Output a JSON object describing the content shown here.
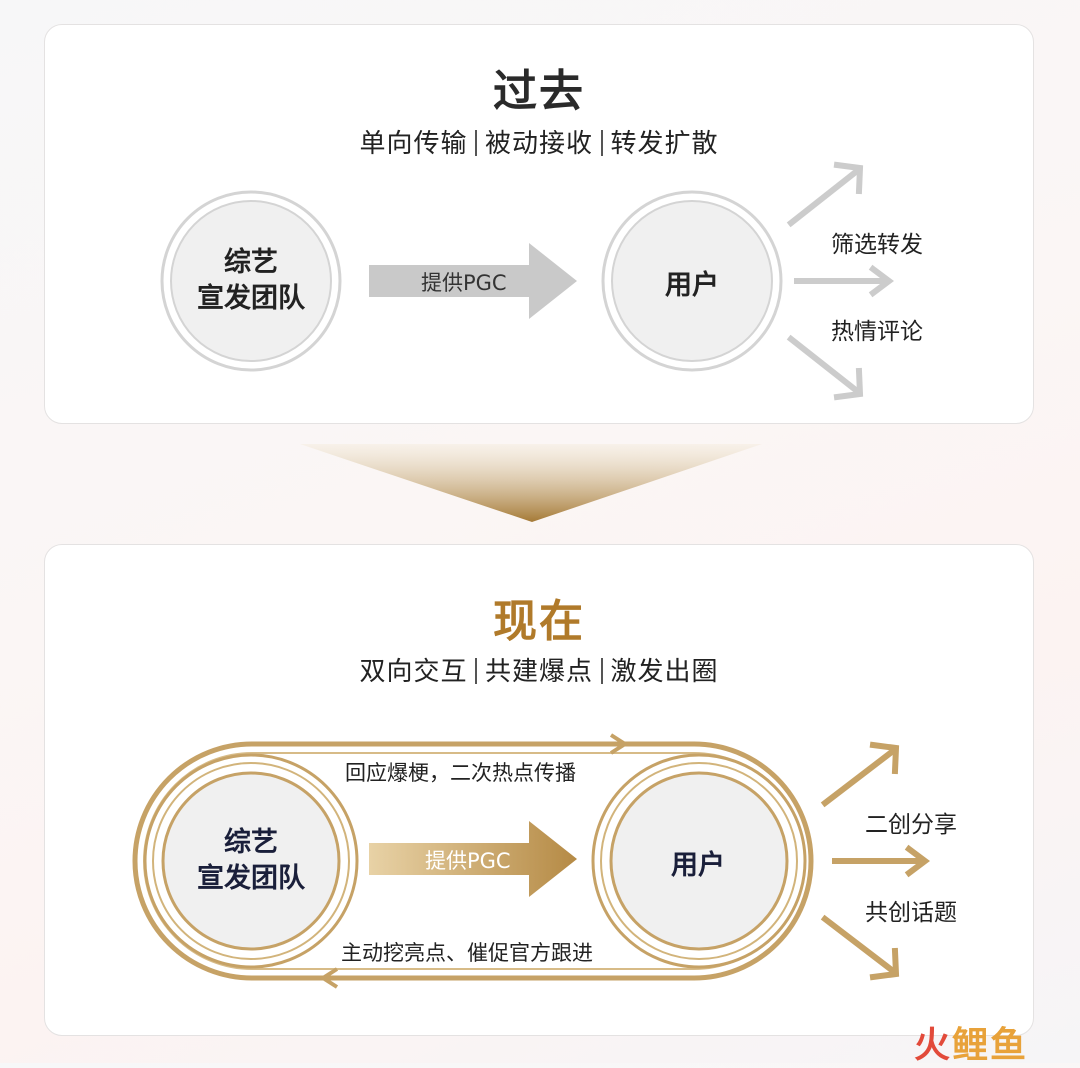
{
  "past": {
    "title": "过去",
    "subtitle": [
      "单向传输",
      "被动接收",
      "转发扩散"
    ],
    "source_node": [
      "综艺",
      "宣发团队"
    ],
    "arrow_label": "提供PGC",
    "target_node": "用户",
    "outcomes": [
      "筛选转发",
      "热情评论"
    ],
    "colors": {
      "title": "#2a2a2a",
      "arrow": "#c9c9c9",
      "node_fill": "#f0f0f0",
      "ring": "#d6d6d6"
    }
  },
  "now": {
    "title": "现在",
    "subtitle": [
      "双向交互",
      "共建爆点",
      "激发出圈"
    ],
    "source_node": [
      "综艺",
      "宣发团队"
    ],
    "arrow_label": "提供PGC",
    "target_node": "用户",
    "loop_top_label": "回应爆梗，二次热点传播",
    "loop_bottom_label": "主动挖亮点、催促官方跟进",
    "outcomes": [
      "二创分享",
      "共创话题"
    ],
    "colors": {
      "title": "#b07a2a",
      "gold": "#c5a062",
      "node_fill": "#f0f0f0",
      "node_text": "#1a1f3a"
    }
  },
  "watermark": {
    "left": "火",
    "right": "鲤鱼"
  }
}
